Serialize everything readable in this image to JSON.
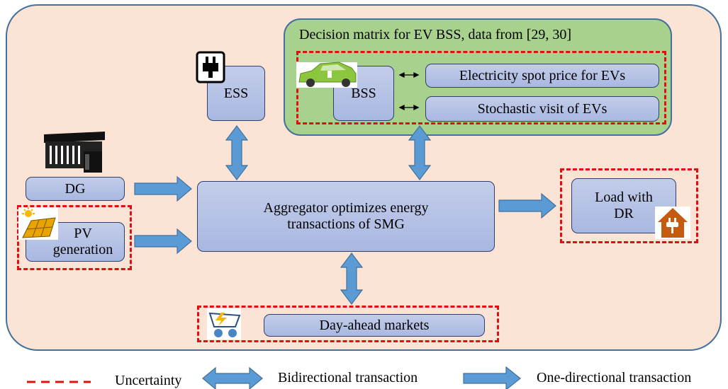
{
  "diagram": {
    "bss_panel_title": "Decision matrix for EV BSS, data from [29, 30]",
    "nodes": {
      "ess": "ESS",
      "bss": "BSS",
      "spot_price": "Electricity spot price for EVs",
      "stochastic_visit": "Stochastic visit of EVs",
      "dg": "DG",
      "pv": "PV generation",
      "aggregator": "Aggregator optimizes energy transactions of SMG",
      "load": "Load with DR",
      "markets": "Day-ahead markets"
    },
    "icons": [
      "plug-icon",
      "ev-car-icon",
      "building-icon",
      "solar-panel-icon",
      "house-plug-icon",
      "cart-icon"
    ]
  },
  "legend": {
    "uncertainty": "Uncertainty",
    "bidirectional": "Bidirectional transaction",
    "one_directional": "One-directional transaction"
  },
  "colors": {
    "frame_fill": "#fbe3d6",
    "frame_border": "#41719c",
    "bss_panel_fill": "#a9d18e",
    "box_fill": "#b4c0e4",
    "arrow_fill": "#5b9bd5",
    "uncertainty_dash": "#e01010"
  }
}
